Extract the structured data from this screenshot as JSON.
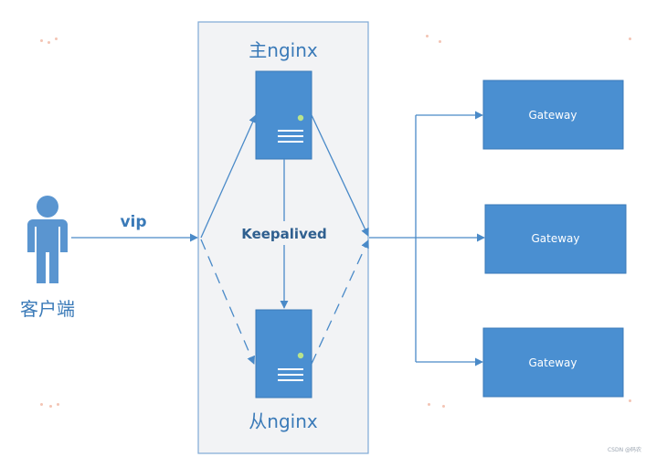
{
  "client": {
    "label": "客户端"
  },
  "link": {
    "vip_label": "vip"
  },
  "cluster": {
    "master_label": "主nginx",
    "backup_label": "从nginx",
    "heartbeat_label": "Keepalived"
  },
  "gateways": [
    {
      "label": "Gateway"
    },
    {
      "label": "Gateway"
    },
    {
      "label": "Gateway"
    }
  ],
  "watermark": "CSDN @码农",
  "colors": {
    "box_fill": "#4a8fd1",
    "box_stroke": "#3a7ab8",
    "line": "#4a8ac8",
    "person": "#5a95d0",
    "text": "#3a7ab8",
    "panel_fill": "#f2f3f5",
    "panel_stroke": "#7fa9d6"
  }
}
